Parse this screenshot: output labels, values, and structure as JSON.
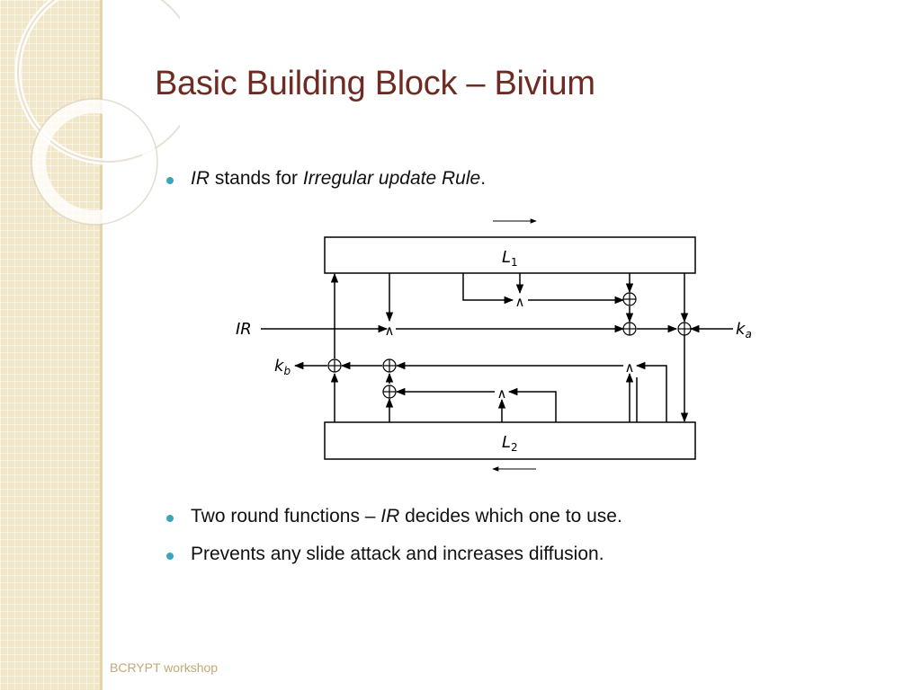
{
  "slide": {
    "title": "Basic Building Block – Bivium",
    "bullets": [
      {
        "italic_term": "IR",
        "text_mid": " stands for ",
        "italic_def": "Irregular update Rule",
        "text_end": "."
      },
      {
        "text_start": "Two round functions – ",
        "italic_term": "IR",
        "text_end": " decides which one to use."
      },
      {
        "text": "Prevents any slide attack and increases diffusion."
      }
    ],
    "footer": "BCRYPT workshop"
  },
  "diagram": {
    "register_top": "L",
    "register_top_sub": "1",
    "register_bottom": "L",
    "register_bottom_sub": "2",
    "input_ir": "IR",
    "input_ka": "k",
    "input_ka_sub": "a",
    "output_kb": "k",
    "output_kb_sub": "b",
    "and_symbol": "∧"
  },
  "colors": {
    "title": "#6e2b22",
    "bullet": "#3aa5b8",
    "footer": "#c2a978",
    "sidebar": "#f2e6c8"
  }
}
